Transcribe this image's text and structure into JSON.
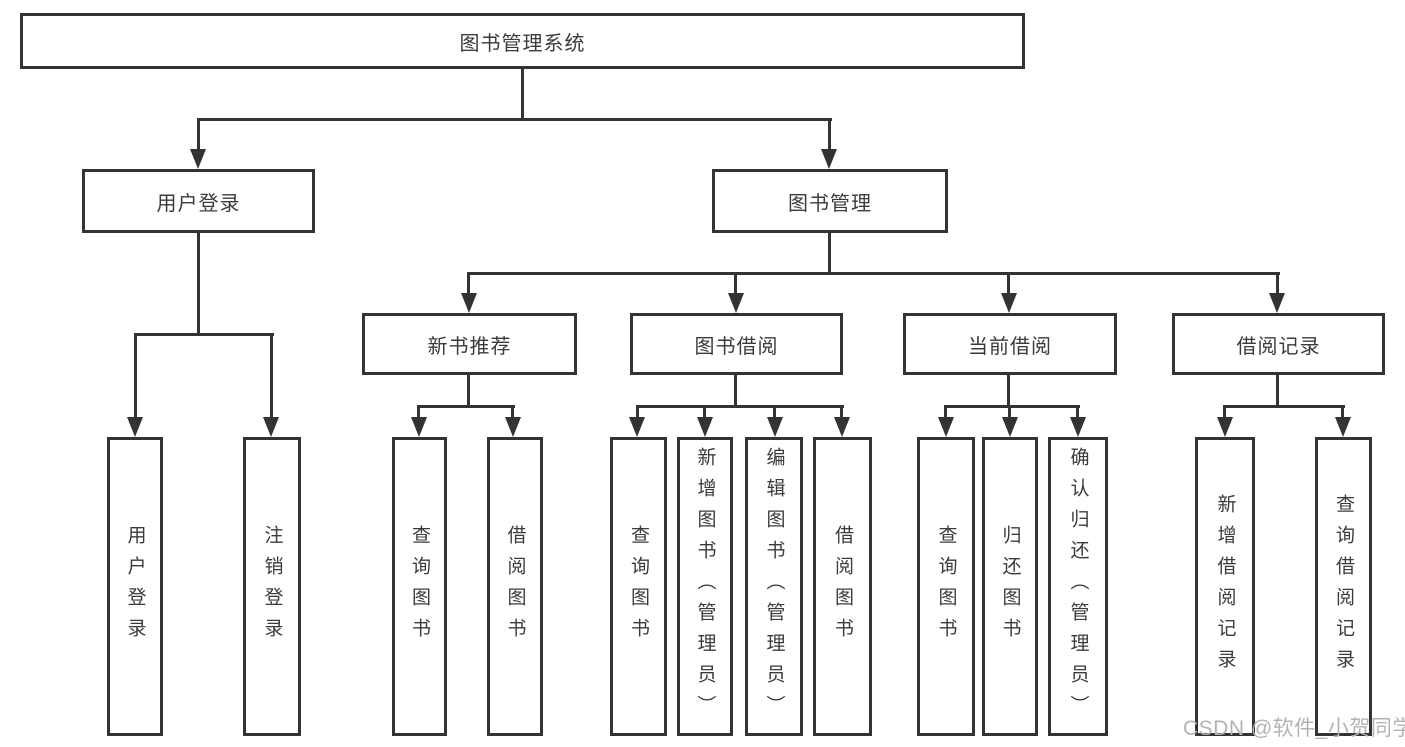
{
  "tree": {
    "label": "图书管理系统",
    "children": [
      {
        "label": "用户登录",
        "children": [
          {
            "label": "用户登录"
          },
          {
            "label": "注销登录"
          }
        ]
      },
      {
        "label": "图书管理",
        "children": [
          {
            "label": "新书推荐",
            "children": [
              {
                "label": "查询图书"
              },
              {
                "label": "借阅图书"
              }
            ]
          },
          {
            "label": "图书借阅",
            "children": [
              {
                "label": "查询图书"
              },
              {
                "label": "新增图书（管理员）"
              },
              {
                "label": "编辑图书（管理员）"
              },
              {
                "label": "借阅图书"
              }
            ]
          },
          {
            "label": "当前借阅",
            "children": [
              {
                "label": "查询图书"
              },
              {
                "label": "归还图书"
              },
              {
                "label": "确认归还（管理员）"
              }
            ]
          },
          {
            "label": "借阅记录",
            "children": [
              {
                "label": "新增借阅记录"
              },
              {
                "label": "查询借阅记录"
              }
            ]
          }
        ]
      }
    ]
  },
  "watermark": {
    "text": "CSDN @软件_小贺同学"
  },
  "colors": {
    "line": "#333333",
    "text": "#3b3b3b",
    "box_background": "#ffffff",
    "watermark": "#b3b3b3",
    "page_background": "#ffffff"
  }
}
